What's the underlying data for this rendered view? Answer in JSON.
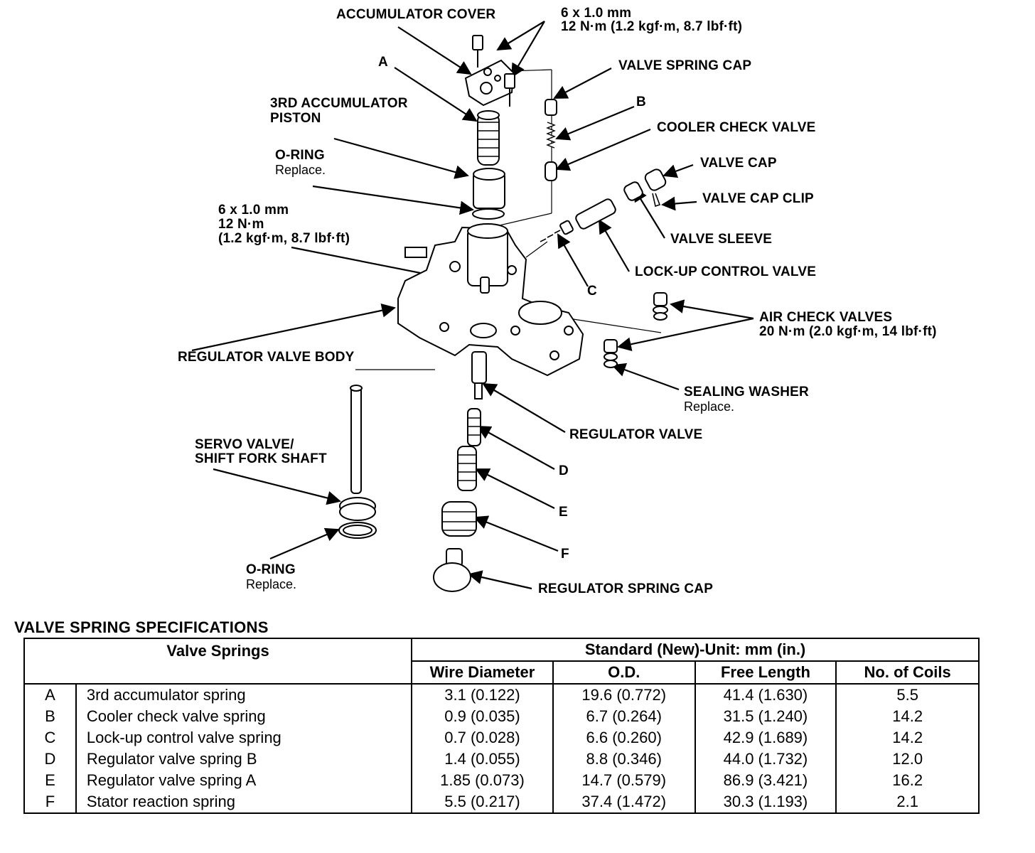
{
  "labels": {
    "accumulator_cover": "ACCUMULATOR COVER",
    "bolt_top_1": "6 x 1.0 mm",
    "bolt_top_2": "12 N·m (1.2 kgf·m, 8.7 lbf·ft)",
    "a": "A",
    "valve_spring_cap": "VALVE SPRING CAP",
    "third_acc_piston_1": "3RD ACCUMULATOR",
    "third_acc_piston_2": "PISTON",
    "b": "B",
    "cooler_check_valve": "COOLER CHECK VALVE",
    "oring_top": "O-RING",
    "replace_1": "Replace.",
    "valve_cap": "VALVE CAP",
    "valve_cap_clip": "VALVE CAP CLIP",
    "bolt_mid_1": "6 x 1.0 mm",
    "bolt_mid_2": "12 N·m",
    "bolt_mid_3": "(1.2 kgf·m, 8.7 lbf·ft)",
    "valve_sleeve": "VALVE SLEEVE",
    "lockup_control_valve": "LOCK-UP CONTROL VALVE",
    "c": "C",
    "air_check_valves_1": "AIR CHECK VALVES",
    "air_check_valves_2": "20 N·m (2.0 kgf·m, 14 lbf·ft)",
    "regulator_valve_body": "REGULATOR VALVE BODY",
    "sealing_washer": "SEALING WASHER",
    "replace_2": "Replace.",
    "regulator_valve": "REGULATOR VALVE",
    "servo_1": "SERVO VALVE/",
    "servo_2": "SHIFT FORK SHAFT",
    "d": "D",
    "e": "E",
    "f": "F",
    "oring_bottom": "O-RING",
    "replace_3": "Replace.",
    "regulator_spring_cap": "REGULATOR SPRING CAP"
  },
  "table": {
    "title": "VALVE SPRING SPECIFICATIONS",
    "header_springs": "Valve Springs",
    "header_standard": "Standard (New)-Unit: mm (in.)",
    "columns": [
      "Wire Diameter",
      "O.D.",
      "Free Length",
      "No. of Coils"
    ],
    "rows": [
      {
        "key": "A",
        "name": "3rd accumulator spring",
        "wire": "3.1 (0.122)",
        "od": "19.6 (0.772)",
        "length": "41.4 (1.630)",
        "coils": "5.5"
      },
      {
        "key": "B",
        "name": "Cooler check valve spring",
        "wire": "0.9 (0.035)",
        "od": "6.7 (0.264)",
        "length": "31.5 (1.240)",
        "coils": "14.2"
      },
      {
        "key": "C",
        "name": "Lock-up control valve spring",
        "wire": "0.7 (0.028)",
        "od": "6.6 (0.260)",
        "length": "42.9 (1.689)",
        "coils": "14.2"
      },
      {
        "key": "D",
        "name": "Regulator valve spring B",
        "wire": "1.4 (0.055)",
        "od": "8.8 (0.346)",
        "length": "44.0 (1.732)",
        "coils": "12.0"
      },
      {
        "key": "E",
        "name": "Regulator valve spring A",
        "wire": "1.85 (0.073)",
        "od": "14.7 (0.579)",
        "length": "86.9 (3.421)",
        "coils": "16.2"
      },
      {
        "key": "F",
        "name": "Stator reaction spring",
        "wire": "5.5 (0.217)",
        "od": "37.4 (1.472)",
        "length": "30.3 (1.193)",
        "coils": "2.1"
      }
    ]
  }
}
